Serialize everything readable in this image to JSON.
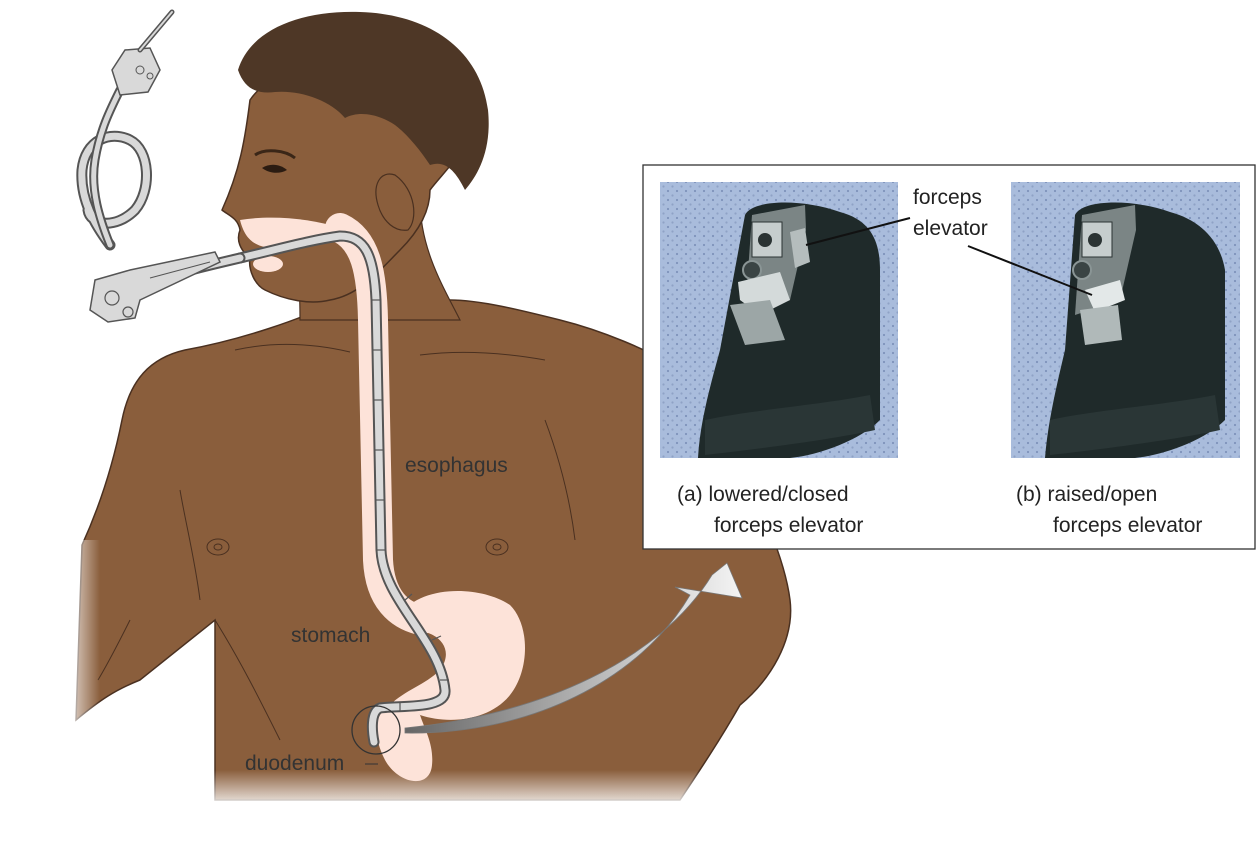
{
  "labels": {
    "esophagus": "esophagus",
    "stomach": "stomach",
    "duodenum": "duodenum"
  },
  "inset": {
    "callout_line1": "forceps",
    "callout_line2": "elevator",
    "caption_a_line1": "(a) lowered/closed",
    "caption_a_line2": "forceps elevator",
    "caption_b_line1": "(b) raised/open",
    "caption_b_line2": "forceps elevator"
  },
  "colors": {
    "skin": "#8a5e3c",
    "skin_outline": "#4a3020",
    "hair": "#4e3726",
    "digestive_tract": "#fde3d9",
    "endoscope": "#d9d9d9",
    "endoscope_outline": "#555555",
    "photo_background": "#a6b8d8",
    "scope_tip": "#1f2a2a"
  }
}
